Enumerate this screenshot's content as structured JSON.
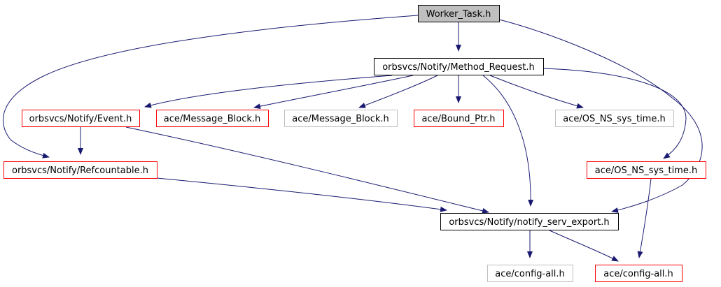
{
  "graph": {
    "nodes": [
      {
        "id": "worker_task",
        "label": "Worker_Task.h",
        "style": "root"
      },
      {
        "id": "method_request",
        "label": "orbsvcs/Notify/Method_Request.h",
        "style": "black"
      },
      {
        "id": "event",
        "label": "orbsvcs/Notify/Event.h",
        "style": "red"
      },
      {
        "id": "message_block_red",
        "label": "ace/Message_Block.h",
        "style": "red"
      },
      {
        "id": "message_block_grey",
        "label": "ace/Message_Block.h",
        "style": "grey"
      },
      {
        "id": "bound_ptr",
        "label": "ace/Bound_Ptr.h",
        "style": "red"
      },
      {
        "id": "os_ns_sys_time_grey",
        "label": "ace/OS_NS_sys_time.h",
        "style": "grey"
      },
      {
        "id": "refcountable",
        "label": "orbsvcs/Notify/Refcountable.h",
        "style": "red"
      },
      {
        "id": "os_ns_sys_time_red",
        "label": "ace/OS_NS_sys_time.h",
        "style": "red"
      },
      {
        "id": "notify_serv_export",
        "label": "orbsvcs/Notify/notify_serv_export.h",
        "style": "black"
      },
      {
        "id": "config_all_grey",
        "label": "ace/config-all.h",
        "style": "grey"
      },
      {
        "id": "config_all_red",
        "label": "ace/config-all.h",
        "style": "red"
      }
    ],
    "edges": [
      {
        "from": "worker_task",
        "to": "method_request"
      },
      {
        "from": "worker_task",
        "to": "refcountable"
      },
      {
        "from": "worker_task",
        "to": "notify_serv_export"
      },
      {
        "from": "method_request",
        "to": "event"
      },
      {
        "from": "method_request",
        "to": "message_block_red"
      },
      {
        "from": "method_request",
        "to": "message_block_grey"
      },
      {
        "from": "method_request",
        "to": "bound_ptr"
      },
      {
        "from": "method_request",
        "to": "os_ns_sys_time_grey"
      },
      {
        "from": "method_request",
        "to": "os_ns_sys_time_red"
      },
      {
        "from": "method_request",
        "to": "notify_serv_export"
      },
      {
        "from": "event",
        "to": "refcountable"
      },
      {
        "from": "event",
        "to": "notify_serv_export"
      },
      {
        "from": "refcountable",
        "to": "notify_serv_export"
      },
      {
        "from": "os_ns_sys_time_red",
        "to": "config_all_red"
      },
      {
        "from": "notify_serv_export",
        "to": "config_all_grey"
      },
      {
        "from": "notify_serv_export",
        "to": "config_all_red"
      }
    ]
  },
  "colors": {
    "edge": "#191970",
    "root_fill": "#bfbfbf",
    "root_border": "#000000",
    "black_border": "#000000",
    "red_border": "#ff0000",
    "grey_border": "#bfbfbf"
  }
}
